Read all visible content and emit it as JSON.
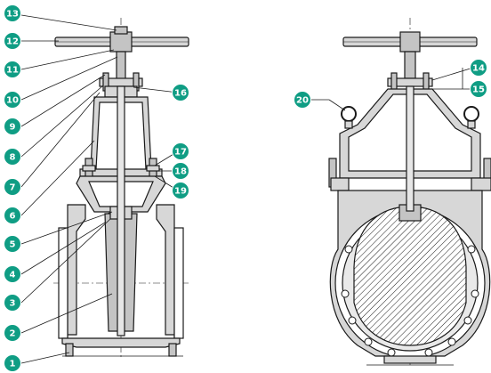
{
  "colors": {
    "badge": "#0f9d84",
    "badge_text": "#ffffff",
    "line": "#1a1a1a",
    "fill": "#d7d7d7",
    "stem_fill": "#c4c4c4"
  },
  "callouts": [
    {
      "id": "1",
      "label": "1"
    },
    {
      "id": "2",
      "label": "2"
    },
    {
      "id": "3",
      "label": "3"
    },
    {
      "id": "4",
      "label": "4"
    },
    {
      "id": "5",
      "label": "5"
    },
    {
      "id": "6",
      "label": "6"
    },
    {
      "id": "7",
      "label": "7"
    },
    {
      "id": "8",
      "label": "8"
    },
    {
      "id": "9",
      "label": "9"
    },
    {
      "id": "10",
      "label": "10"
    },
    {
      "id": "11",
      "label": "11"
    },
    {
      "id": "12",
      "label": "12"
    },
    {
      "id": "13",
      "label": "13"
    },
    {
      "id": "14",
      "label": "14"
    },
    {
      "id": "15",
      "label": "15"
    },
    {
      "id": "16",
      "label": "16"
    },
    {
      "id": "17",
      "label": "17"
    },
    {
      "id": "18",
      "label": "18"
    },
    {
      "id": "19",
      "label": "19"
    },
    {
      "id": "20",
      "label": "20"
    }
  ]
}
